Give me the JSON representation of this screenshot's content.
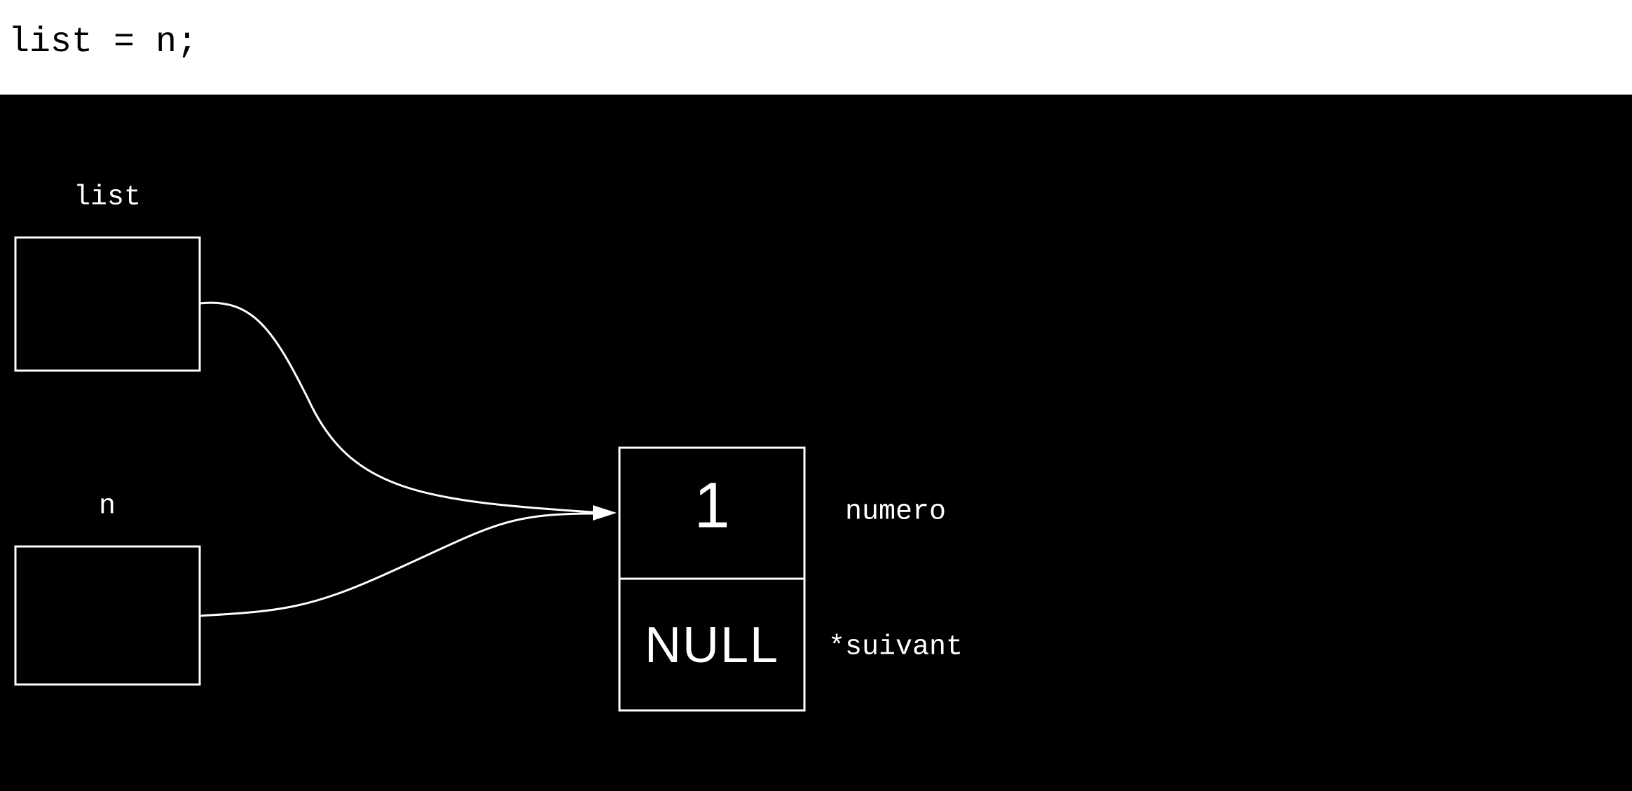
{
  "code_line": "list = n;",
  "variables": [
    {
      "name": "list"
    },
    {
      "name": "n"
    }
  ],
  "node": {
    "numero_value": "1",
    "suivant_value": "NULL",
    "field_labels": [
      "numero",
      "*suivant"
    ]
  },
  "colors": {
    "background": "#000000",
    "foreground": "#ffffff",
    "header": "#ffffff"
  }
}
